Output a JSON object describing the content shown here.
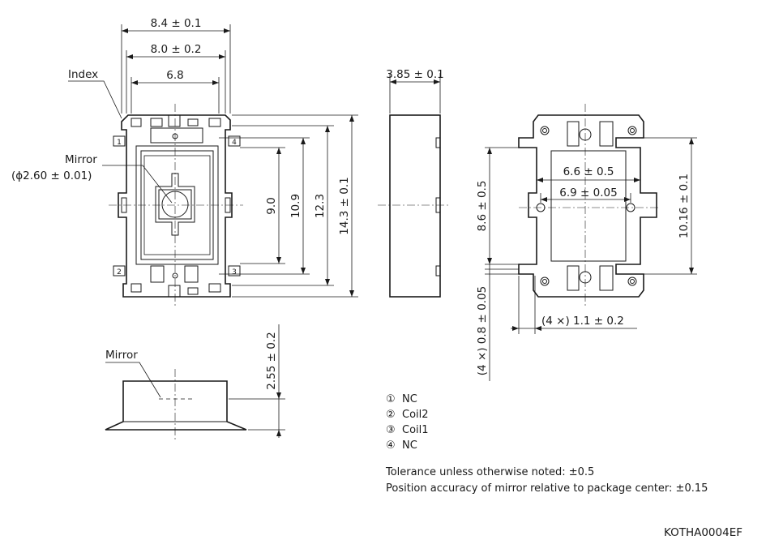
{
  "top_view": {
    "dim_width_outer": "8.4 ± 0.1",
    "dim_width_body": "8.0 ± 0.2",
    "dim_width_inner": "6.8",
    "dim_h_9": "9.0",
    "dim_h_109": "10.9",
    "dim_h_123": "12.3",
    "dim_h_143": "14.3 ± 0.1",
    "label_index": "Index",
    "label_mirror": "Mirror",
    "label_mirror_dia": "(ϕ2.60 ± 0.01)",
    "pin1": "1",
    "pin2": "2",
    "pin3": "3",
    "pin4": "4"
  },
  "side_view": {
    "dim_thickness": "3.85 ± 0.1"
  },
  "bottom_view": {
    "dim_66": "6.6 ± 0.5",
    "dim_69": "6.9 ± 0.05",
    "dim_86": "8.6 ± 0.5",
    "dim_1016": "10.16 ± 0.1",
    "dim_pad_w": "(4 ×) 1.1 ± 0.2",
    "dim_pad_h": "(4 ×) 0.8 ± 0.05"
  },
  "front_view": {
    "label_mirror": "Mirror",
    "dim_height": "2.55 ± 0.2"
  },
  "pin_legend": [
    {
      "num": "①",
      "name": "NC"
    },
    {
      "num": "②",
      "name": "Coil2"
    },
    {
      "num": "③",
      "name": "Coil1"
    },
    {
      "num": "④",
      "name": "NC"
    }
  ],
  "notes": {
    "tolerance": "Tolerance unless otherwise noted: ±0.5",
    "accuracy": "Position accuracy of mirror relative to package center: ±0.15"
  },
  "drawing_code": "KOTHA0004EF"
}
